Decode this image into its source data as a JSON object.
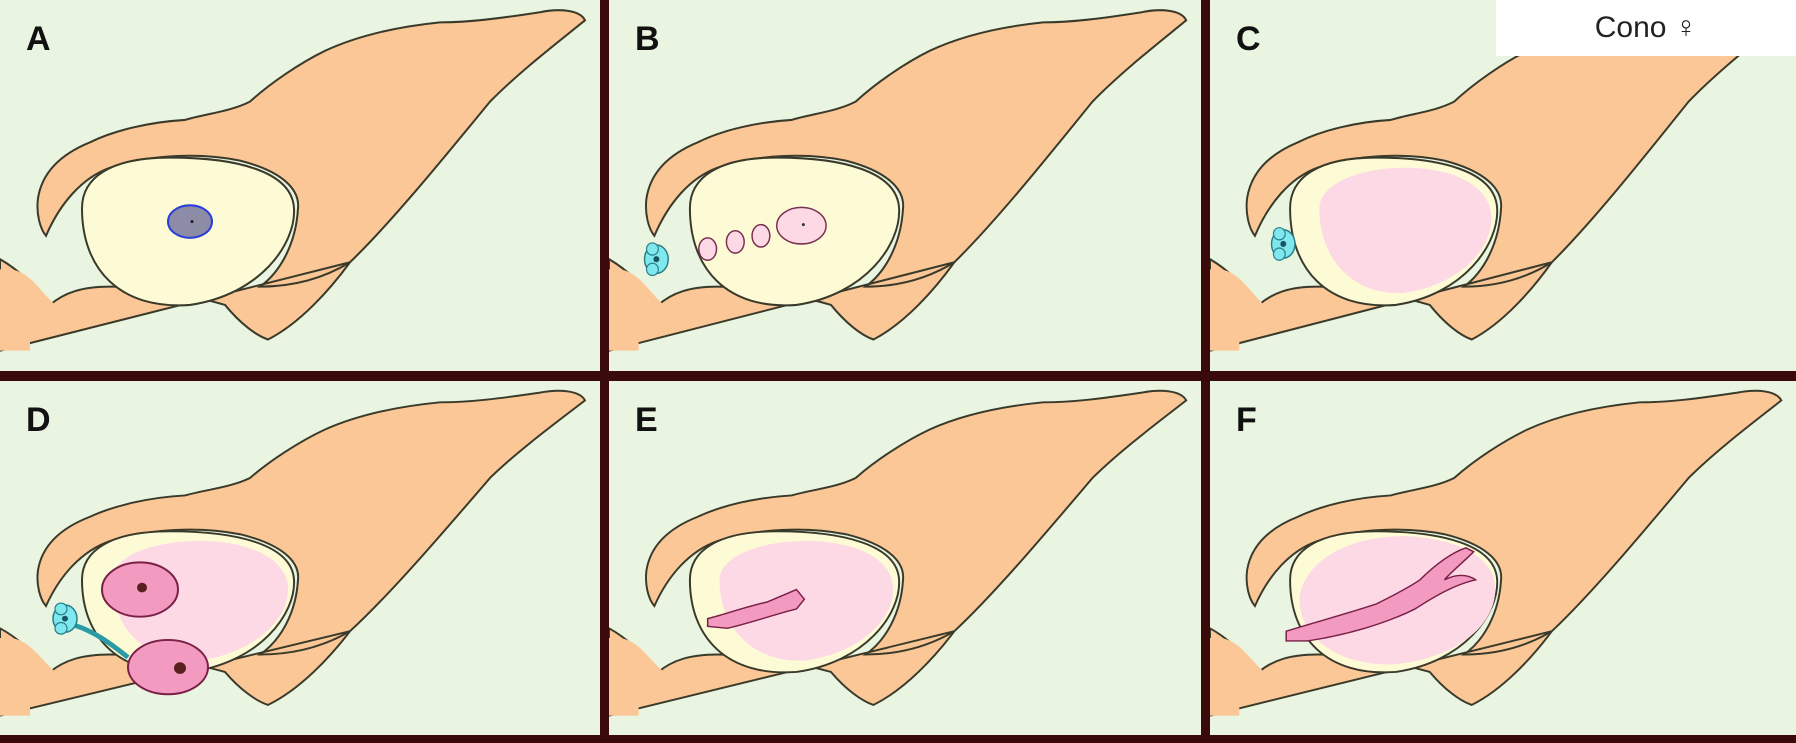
{
  "figure": {
    "corner_label": "Cono ♀",
    "panels": [
      {
        "letter": "A",
        "stage": "megaspore-mother-cell"
      },
      {
        "letter": "B",
        "stage": "megaspore-tetrad"
      },
      {
        "letter": "C",
        "stage": "female-gametophyte"
      },
      {
        "letter": "D",
        "stage": "fertilization"
      },
      {
        "letter": "E",
        "stage": "early-embryo"
      },
      {
        "letter": "F",
        "stage": "mature-embryo"
      }
    ]
  },
  "colors": {
    "background": "#e9f4e1",
    "ovule_tissue": "#fbc797",
    "nucellus": "#fdfbd6",
    "gametophyte": "#fdd9e6",
    "embryo": "#f29ac0",
    "pollen": "#7fe8ef",
    "mother_cell": "#8c8ca6",
    "outline": "#3a3a2a",
    "divider": "#3a0a0a"
  }
}
